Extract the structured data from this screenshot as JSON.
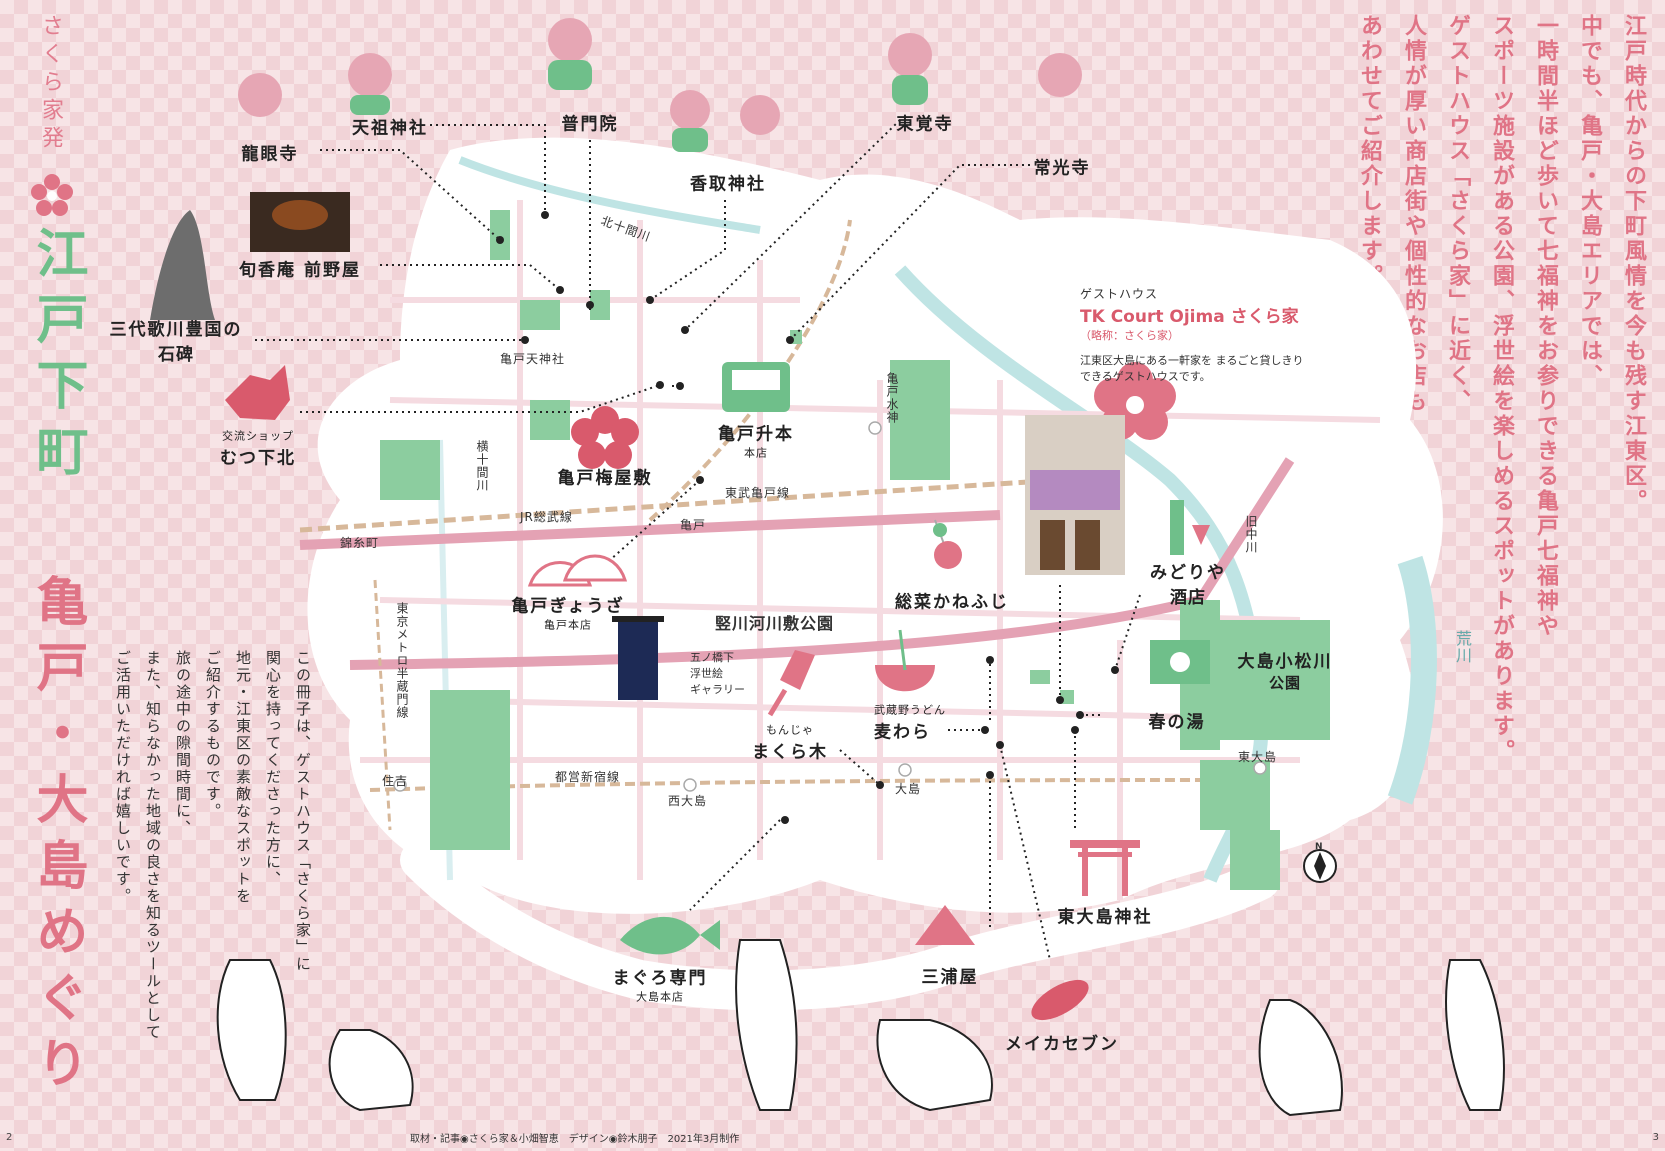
{
  "colors": {
    "pink_accent": "#e07486",
    "green_accent": "#7cc595",
    "green_park": "#8ccd9f",
    "river": "#bfe4e4",
    "map_bg": "#ffffff",
    "rail": "#d7b89a",
    "main_road": "#e4a2b4"
  },
  "title": {
    "subtitle": "さくら家発",
    "line1": "江戸下町",
    "line2": "亀戸・大島めぐり"
  },
  "intro": {
    "lines": [
      "江戸時代からの下町風情を今も残す江東区。",
      "中でも、亀戸・大島エリアでは、",
      "一時間半ほど歩いて七福神をお参りできる亀戸七福神や",
      "スポーツ施設がある公園、浮世絵を楽しめるスポットがあります。",
      "ゲストハウス「さくら家」に近く、",
      "人情が厚い商店街や個性的なお店も",
      "あわせてご紹介します。"
    ]
  },
  "booklet_text": {
    "lines": [
      "この冊子は、ゲストハウス「さくら家」に",
      "関心を持ってくださった方に、",
      "地元・江東区の素敵なスポットを",
      "ご紹介するものです。",
      "旅の途中の隙間時間に、",
      "また、知らなかった地域の良さを知るツールとして",
      "ご活用いただければ嬉しいです。"
    ]
  },
  "guesthouse": {
    "pre": "ゲストハウス",
    "name": "TK Court Ojima さくら家",
    "abbr": "（略称：さくら家）",
    "desc": "江東区大島にある一軒家を まるごと貸しきりできるゲストハウスです。"
  },
  "spots": {
    "ryuganji": "龍眼寺",
    "tenso": "天祖神社",
    "fumon": "普門院",
    "katori": "香取神社",
    "tokakuji": "東覚寺",
    "jokoji": "常光寺",
    "shunkoan": "旬香庵 前野屋",
    "hibi": "三代歌川豊国の",
    "hibi2": "石碑",
    "mutsu_pre": "交流ショップ",
    "mutsu": "むつ下北",
    "masumoto": "亀戸升本",
    "masumoto_sub": "本店",
    "umeyashiki": "亀戸梅屋敷",
    "gyoza": "亀戸ぎょうざ",
    "gyoza_sub": "亀戸本店",
    "kanefuji": "総菜かねふじ",
    "midoriya": "みどりや",
    "midoriya2": "酒店",
    "harunoyu": "春の湯",
    "mugiwara_pre": "武蔵野うどん",
    "mugiwara": "麦わら",
    "makuragi_pre": "もんじゃ",
    "makuragi": "まくら木",
    "maguro": "まぐろ専門",
    "maguro_sub": "大島本店",
    "miuraya": "三浦屋",
    "higashiojima": "東大島神社",
    "meika": "メイカセブン",
    "gallery1": "五ノ橋下",
    "gallery2": "浮世絵",
    "gallery3": "ギャラリー",
    "park": "大島小松川",
    "park2": "公園"
  },
  "map_labels": {
    "kitajukkengawa": "北十間川",
    "kameido_tenjin": "亀戸天神社",
    "yokojukkengawa": "横十間川",
    "kameido_suijin": "亀戸水神",
    "tobu": "東武亀戸線",
    "jr": "JR総武線",
    "kinshicho": "錦糸町",
    "kameido": "亀戸",
    "tateyama": "竪川河川敷公園",
    "metro": "東京メトロ半蔵門線",
    "toei": "都営新宿線",
    "sumiyoshi": "住吉",
    "nishiojima": "西大島",
    "ojima": "大島",
    "higashiojima_st": "東大島",
    "kyunakagawa": "旧中川",
    "arakawa": "荒川",
    "compass": "N"
  },
  "credit": "取材・記事◉さくら家＆小畑智恵　デザイン◉鈴木朋子　2021年3月制作",
  "pages": {
    "left": "2",
    "right": "3"
  }
}
